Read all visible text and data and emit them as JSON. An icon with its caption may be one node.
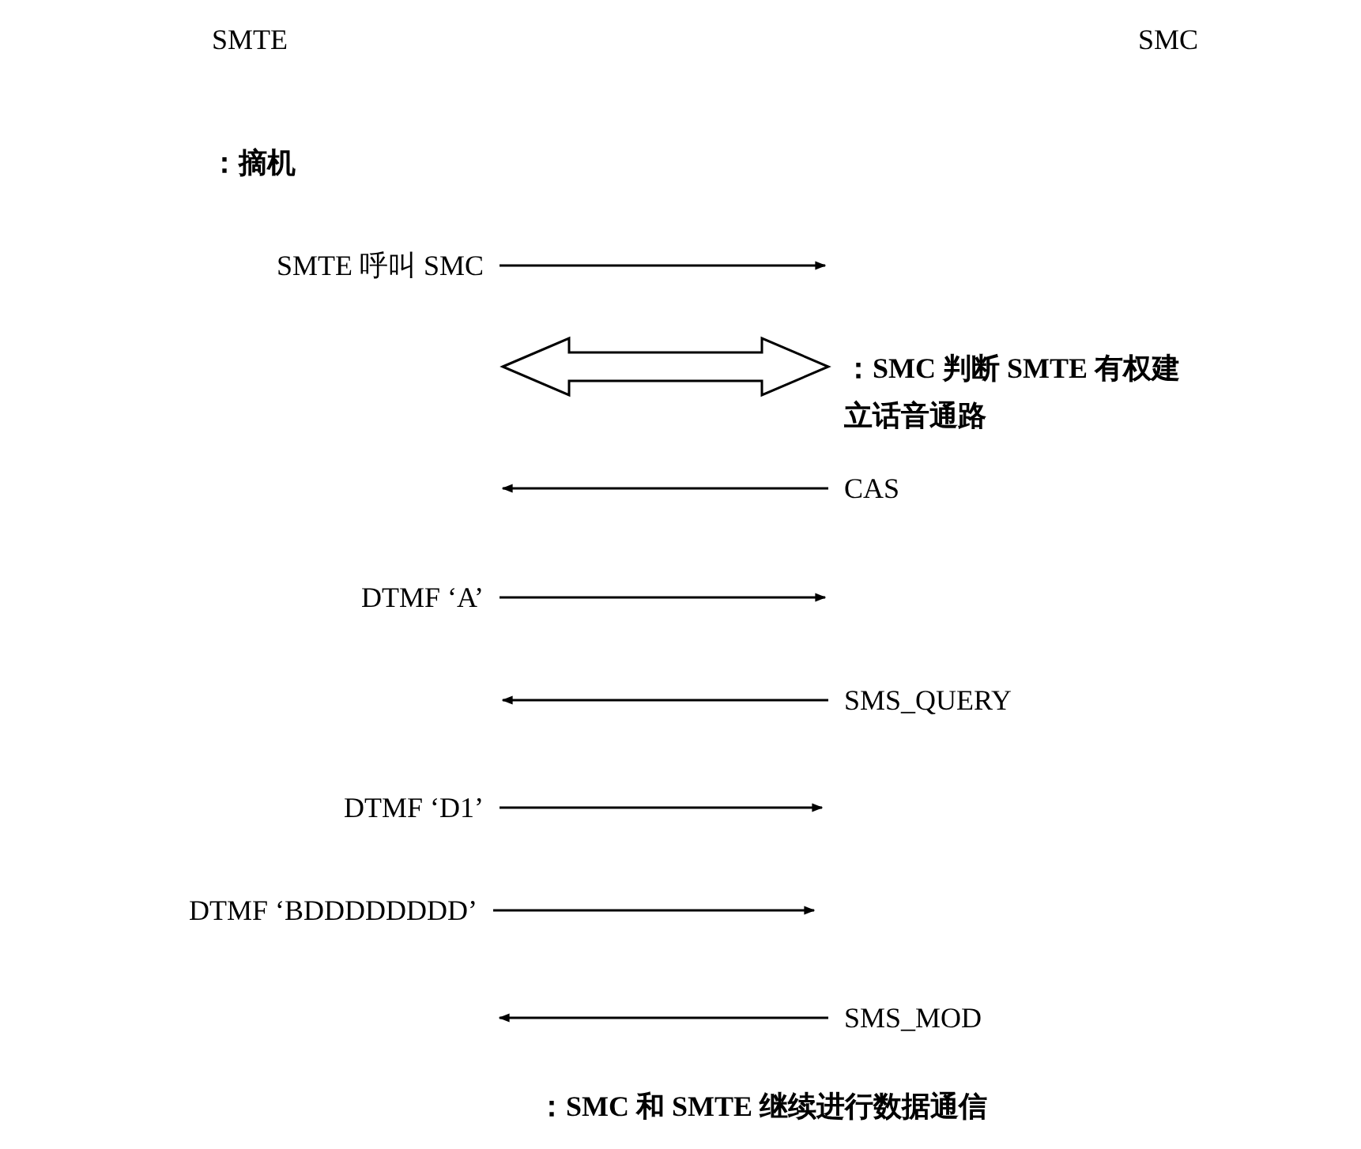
{
  "diagram": {
    "nodes": [
      {
        "text": [
          "SMTE 呼叫 SMC"
        ]
      },
      {
        "text": [
          "：SMC 判断 SMTE 有权建立话音通路"
        ]
      },
      {
        "text": [
          "CAS"
        ]
      },
      {
        "text": [
          "DTMF ‘A’"
        ]
      },
      {
        "text": [
          "SMS_QUERY"
        ]
      },
      {
        "text": [
          "DTMF  ‘D1’"
        ]
      },
      {
        "text": [
          "DTMF  ‘BDDDDDDDD’"
        ]
      },
      {
        "text": [
          "SMS_MOD"
        ]
      }
    ],
    "edges": [
      {
        "from": 0,
        "to": null,
        "arrow": "to"
      },
      {
        "from": null,
        "to": 1,
        "arrow": "both"
      },
      {
        "from": 2,
        "to": null,
        "arrow": "to"
      },
      {
        "from": 3,
        "to": null,
        "arrow": "to"
      },
      {
        "from": 4,
        "to": null,
        "arrow": "to"
      },
      {
        "from": 5,
        "to": null,
        "arrow": "to"
      },
      {
        "from": 6,
        "to": null,
        "arrow": "to"
      },
      {
        "from": 7,
        "to": null,
        "arrow": "to"
      }
    ],
    "labels": [
      "SMTE",
      "SMC",
      "：摘机",
      "：SMC 和 SMTE 继续进行数据通信"
    ]
  }
}
